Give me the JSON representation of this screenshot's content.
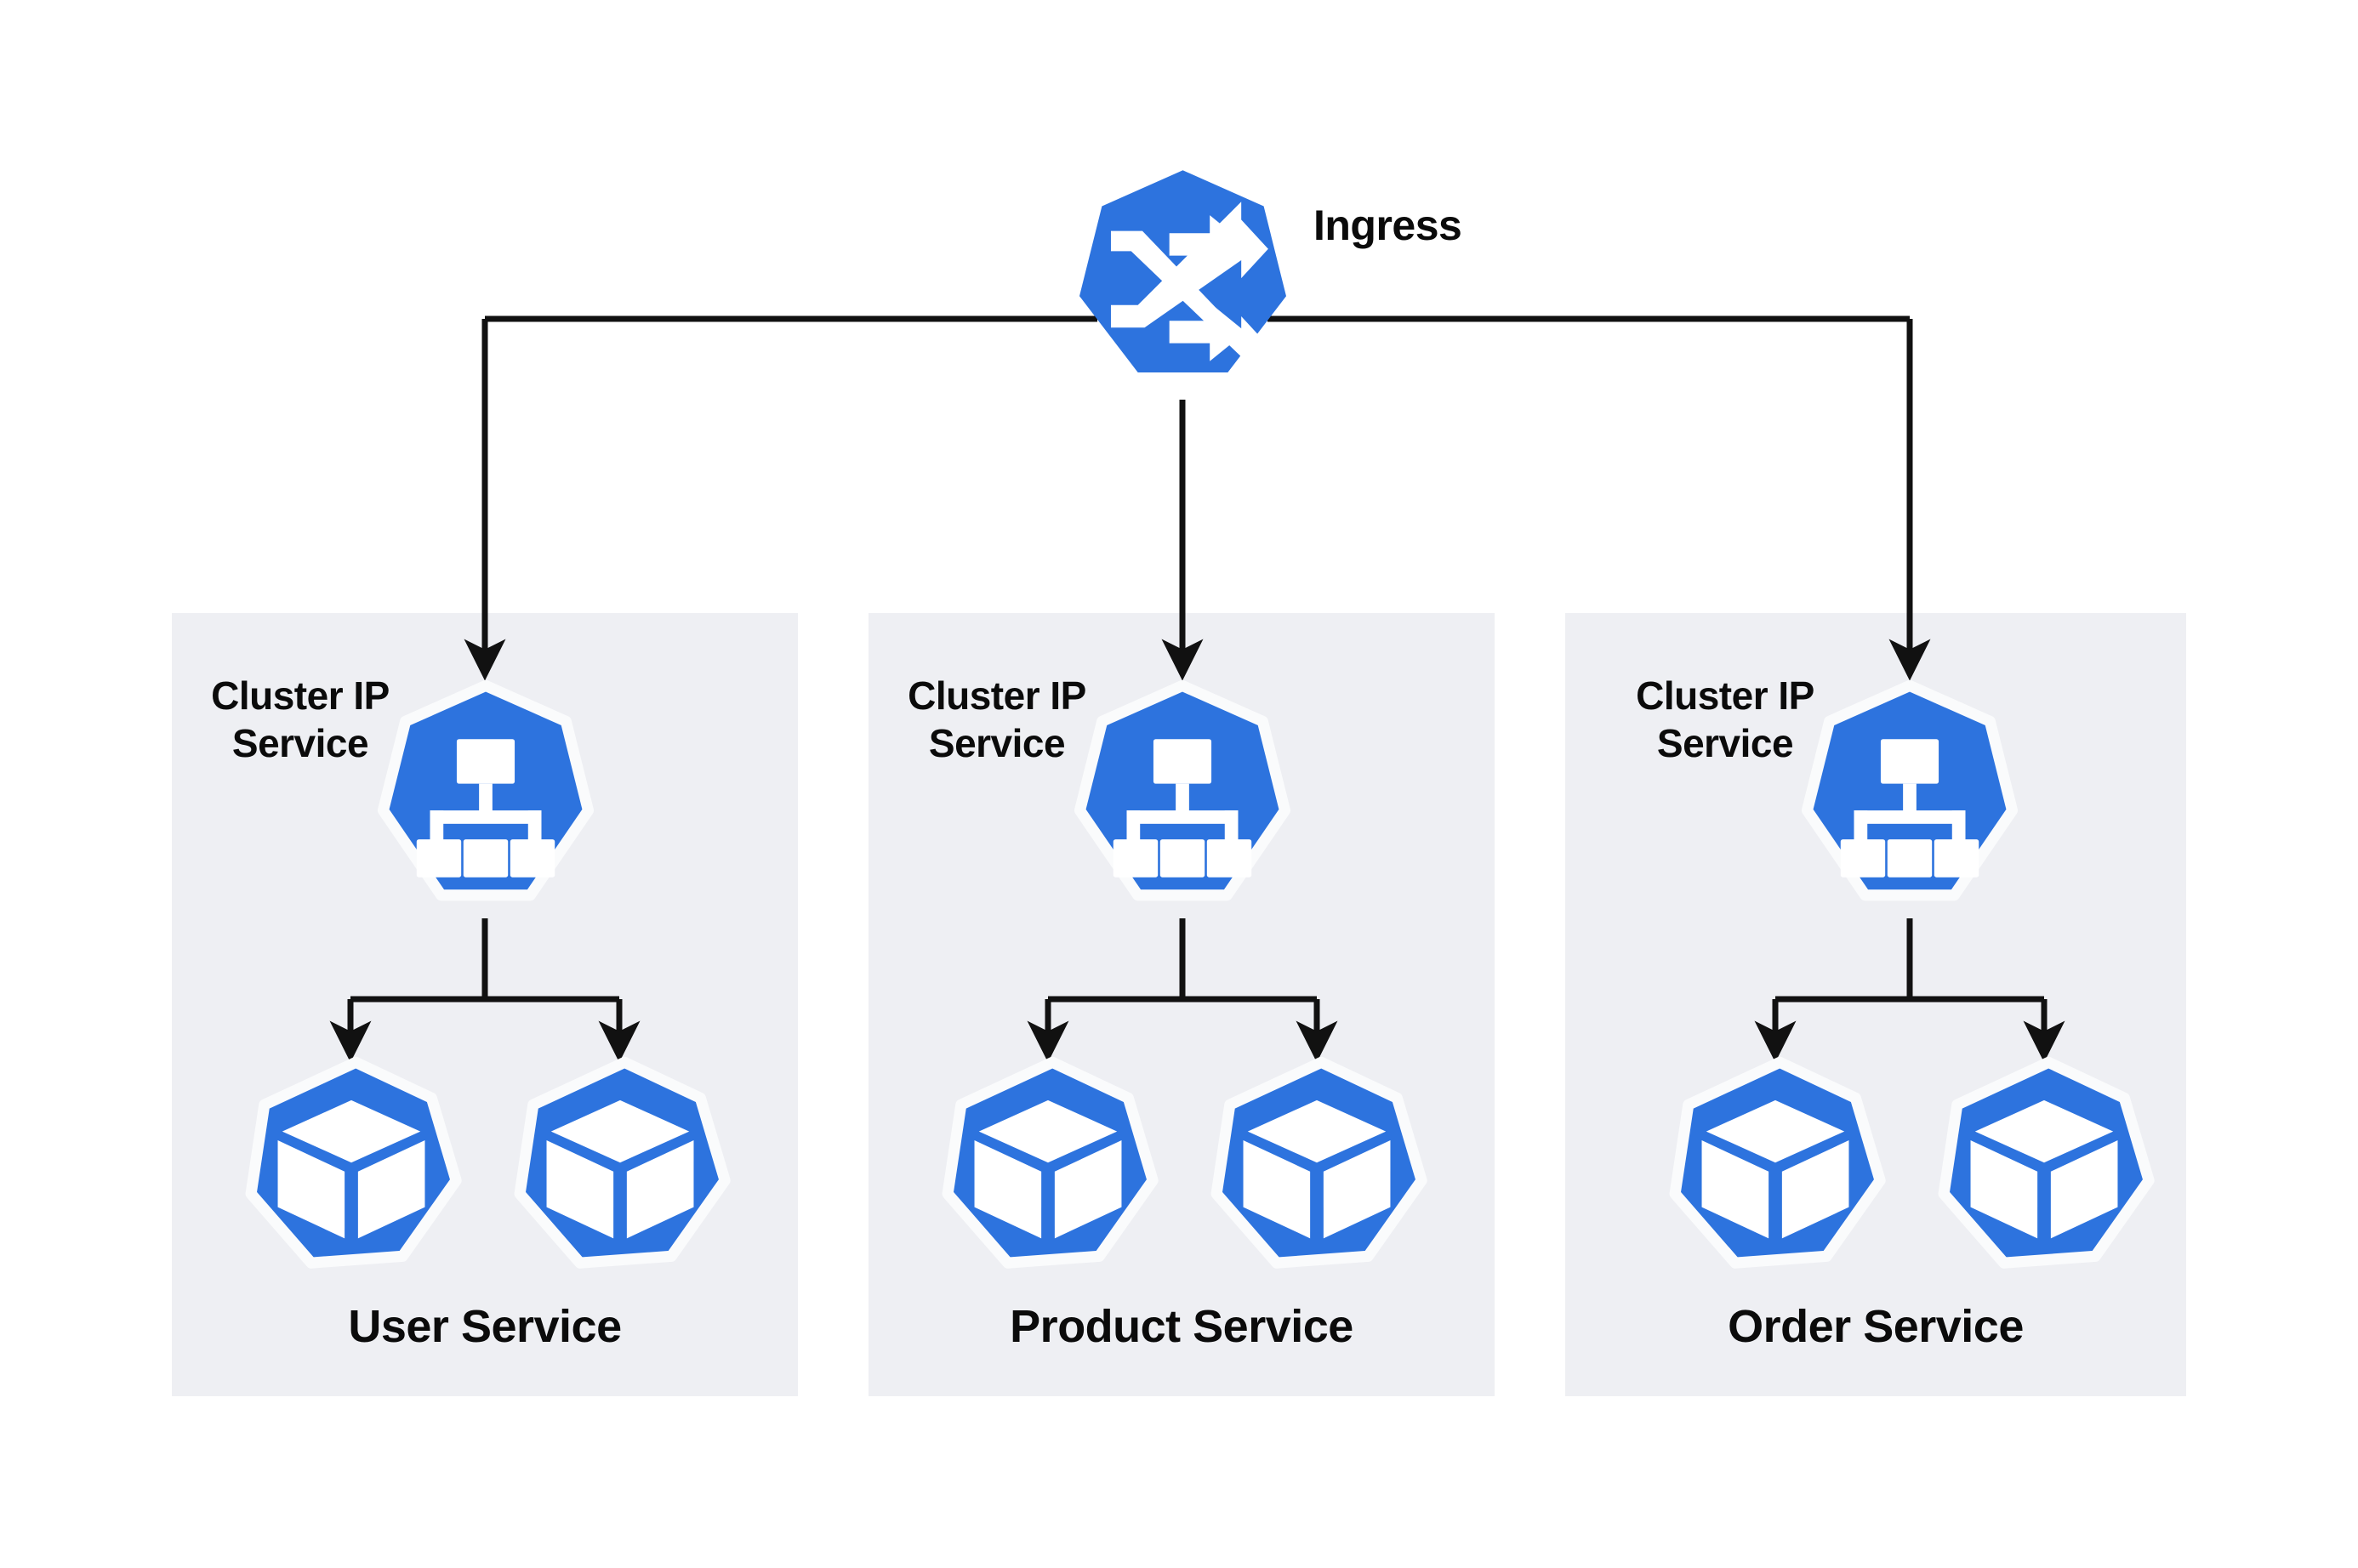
{
  "diagram": {
    "title_visible": false,
    "background_color": "#ffffff",
    "panel_color": "#eeeff3",
    "accent_color": "#2d73de",
    "icon_glyph_color": "#ffffff",
    "connector_color": "#111111",
    "text_color": "#0b0b0b"
  },
  "ingress": {
    "label": "Ingress",
    "icon": "ingress-shuffle-arrows-icon",
    "shape": "heptagon"
  },
  "panels": [
    {
      "id": "user",
      "service_label": "User Service",
      "cluster_ip_label": "Cluster IP\nService",
      "cluster_ip_label_line1": "Cluster IP",
      "cluster_ip_label_line2": "Service",
      "cluster_icon": "cluster-ip-hierarchy-icon",
      "pods": [
        {
          "icon": "pod-cube-icon"
        },
        {
          "icon": "pod-cube-icon"
        }
      ]
    },
    {
      "id": "product",
      "service_label": "Product Service",
      "cluster_ip_label": "Cluster IP\nService",
      "cluster_ip_label_line1": "Cluster IP",
      "cluster_ip_label_line2": "Service",
      "cluster_icon": "cluster-ip-hierarchy-icon",
      "pods": [
        {
          "icon": "pod-cube-icon"
        },
        {
          "icon": "pod-cube-icon"
        }
      ]
    },
    {
      "id": "order",
      "service_label": "Order Service",
      "cluster_ip_label": "Cluster IP\nService",
      "cluster_ip_label_line1": "Cluster IP",
      "cluster_ip_label_line2": "Service",
      "cluster_icon": "cluster-ip-hierarchy-icon",
      "pods": [
        {
          "icon": "pod-cube-icon"
        },
        {
          "icon": "pod-cube-icon"
        }
      ]
    }
  ],
  "connections": [
    {
      "from": "ingress",
      "to": "user-cluster-ip",
      "style": "orthogonal-arrow"
    },
    {
      "from": "ingress",
      "to": "product-cluster-ip",
      "style": "straight-arrow"
    },
    {
      "from": "ingress",
      "to": "order-cluster-ip",
      "style": "orthogonal-arrow"
    },
    {
      "from": "user-cluster-ip",
      "to": "user-pod-1",
      "style": "tree-arrow"
    },
    {
      "from": "user-cluster-ip",
      "to": "user-pod-2",
      "style": "tree-arrow"
    },
    {
      "from": "product-cluster-ip",
      "to": "product-pod-1",
      "style": "tree-arrow"
    },
    {
      "from": "product-cluster-ip",
      "to": "product-pod-2",
      "style": "tree-arrow"
    },
    {
      "from": "order-cluster-ip",
      "to": "order-pod-1",
      "style": "tree-arrow"
    },
    {
      "from": "order-cluster-ip",
      "to": "order-pod-2",
      "style": "tree-arrow"
    }
  ]
}
